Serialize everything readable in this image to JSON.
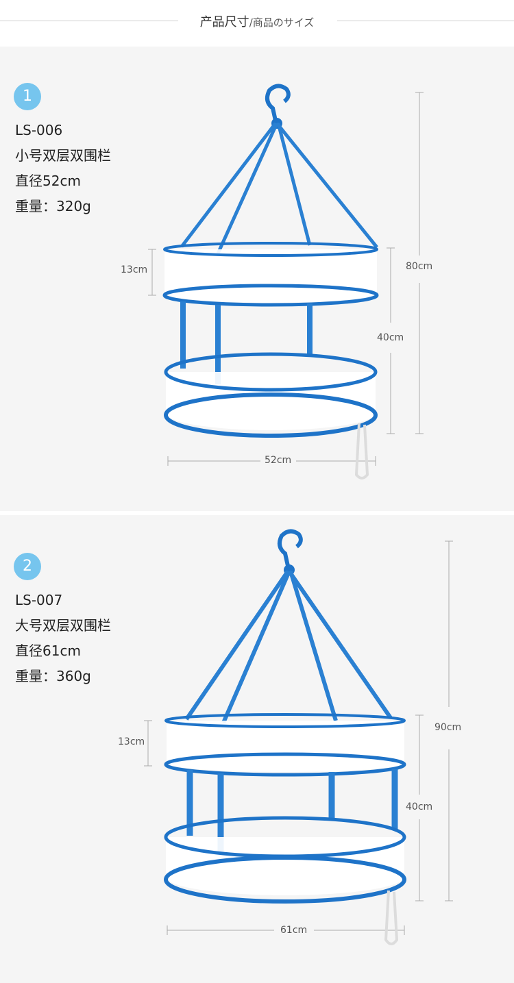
{
  "header": {
    "title_cn": "产品尺寸",
    "title_jp": "/商品のサイズ"
  },
  "products": [
    {
      "badge": "1",
      "model": "LS-006",
      "name": "小号双层双围栏",
      "diameter": "直径52cm",
      "weight": "重量：320g",
      "dims": {
        "tier": "13cm",
        "total": "80cm",
        "gap": "40cm",
        "width": "52cm"
      }
    },
    {
      "badge": "2",
      "model": "LS-007",
      "name": "大号双层双围栏",
      "diameter": "直径61cm",
      "weight": "重量：360g",
      "dims": {
        "tier": "13cm",
        "total": "90cm",
        "gap": "40cm",
        "width": "61cm"
      }
    }
  ],
  "colors": {
    "accent": "#76c5ee",
    "strap": "#1e73c8",
    "mesh": "#ffffff",
    "panel": "#f5f5f5",
    "dim_line": "#aaaaaa"
  }
}
